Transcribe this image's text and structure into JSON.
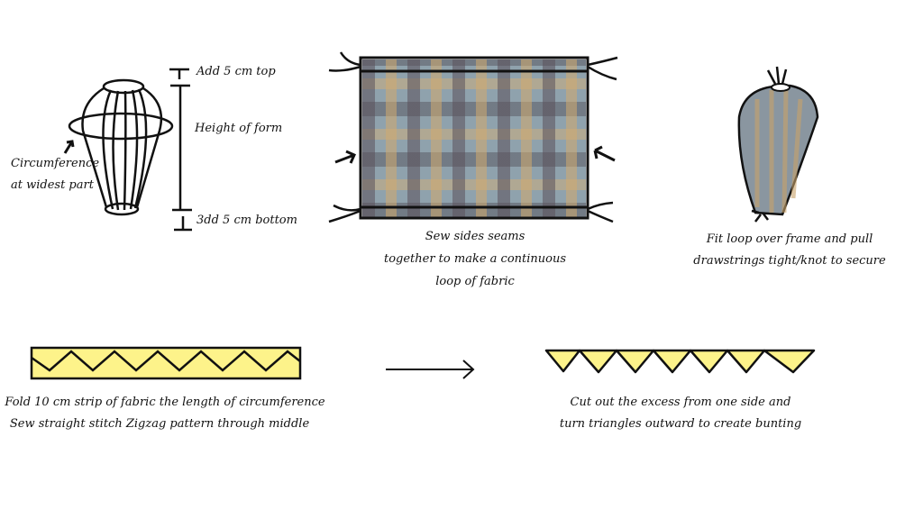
{
  "step1": {
    "top_label": "Add 5 cm top",
    "height_label": "Height of form",
    "bottom_label": "3dd 5 cm bottom",
    "circumference_line1": "Circumference",
    "circumference_line2": "at widest part"
  },
  "step2": {
    "caption_lines": [
      "Sew sides seams",
      "together to make a continuous",
      "loop of fabric"
    ]
  },
  "step3": {
    "caption_lines": [
      "Fit loop over frame and pull",
      "drawstrings tight/knot to secure"
    ]
  },
  "step4": {
    "caption_lines": [
      "Fold 10 cm strip of fabric the length of circumference",
      "Sew straight stitch Zigzag pattern through middle"
    ]
  },
  "step5": {
    "caption_lines": [
      "Cut out the excess from one side and",
      "turn triangles outward to create bunting"
    ]
  },
  "colors": {
    "bunting": "#fdf38a",
    "ink": "#111111"
  }
}
